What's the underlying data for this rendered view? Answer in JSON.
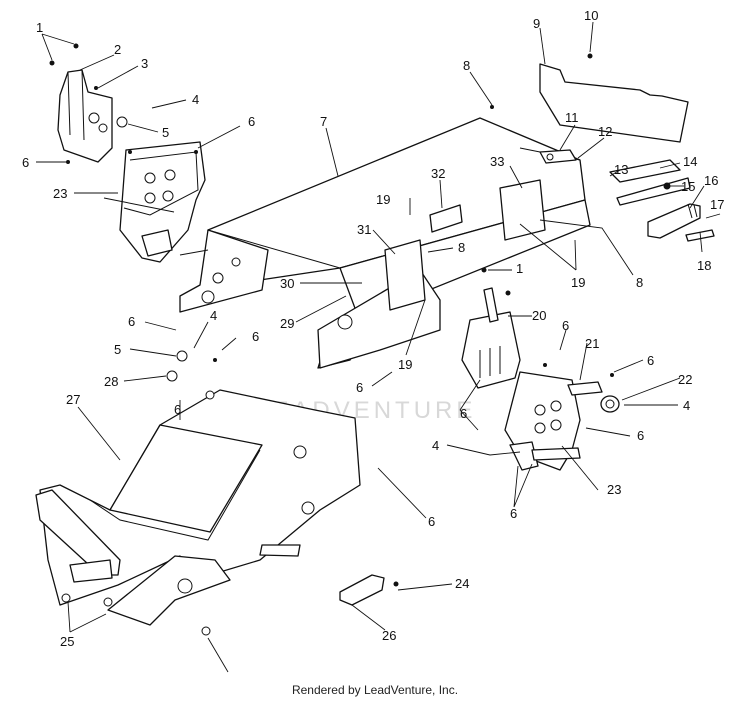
{
  "watermark": "LEADVENTURE",
  "footer": "Rendered by LeadVenture, Inc.",
  "callouts": [
    {
      "id": "c1a",
      "text": "1"
    },
    {
      "id": "c2",
      "text": "2"
    },
    {
      "id": "c3",
      "text": "3"
    },
    {
      "id": "c4a",
      "text": "4"
    },
    {
      "id": "c5a",
      "text": "5"
    },
    {
      "id": "c6a",
      "text": "6"
    },
    {
      "id": "c6b",
      "text": "6"
    },
    {
      "id": "c23a",
      "text": "23"
    },
    {
      "id": "c7",
      "text": "7"
    },
    {
      "id": "c8a",
      "text": "8"
    },
    {
      "id": "c9",
      "text": "9"
    },
    {
      "id": "c10",
      "text": "10"
    },
    {
      "id": "c11",
      "text": "11"
    },
    {
      "id": "c12",
      "text": "12"
    },
    {
      "id": "c13",
      "text": "13"
    },
    {
      "id": "c14",
      "text": "14"
    },
    {
      "id": "c15",
      "text": "15"
    },
    {
      "id": "c16",
      "text": "16"
    },
    {
      "id": "c17",
      "text": "17"
    },
    {
      "id": "c18",
      "text": "18"
    },
    {
      "id": "c33",
      "text": "33"
    },
    {
      "id": "c32",
      "text": "32"
    },
    {
      "id": "c19a",
      "text": "19"
    },
    {
      "id": "c31",
      "text": "31"
    },
    {
      "id": "c8b",
      "text": "8"
    },
    {
      "id": "c8c",
      "text": "8"
    },
    {
      "id": "c19b",
      "text": "19"
    },
    {
      "id": "c1b",
      "text": "1"
    },
    {
      "id": "c30",
      "text": "30"
    },
    {
      "id": "c29",
      "text": "29"
    },
    {
      "id": "c19c",
      "text": "19"
    },
    {
      "id": "c20",
      "text": "20"
    },
    {
      "id": "c6c",
      "text": "6"
    },
    {
      "id": "c4b",
      "text": "4"
    },
    {
      "id": "c6d",
      "text": "6"
    },
    {
      "id": "c5b",
      "text": "5"
    },
    {
      "id": "c28",
      "text": "28"
    },
    {
      "id": "c6e",
      "text": "6"
    },
    {
      "id": "c6f",
      "text": "6"
    },
    {
      "id": "c21",
      "text": "21"
    },
    {
      "id": "c6g",
      "text": "6"
    },
    {
      "id": "c22",
      "text": "22"
    },
    {
      "id": "c4c",
      "text": "4"
    },
    {
      "id": "c6h",
      "text": "6"
    },
    {
      "id": "c6i",
      "text": "6"
    },
    {
      "id": "c4d",
      "text": "4"
    },
    {
      "id": "c23b",
      "text": "23"
    },
    {
      "id": "c6j",
      "text": "6"
    },
    {
      "id": "c27",
      "text": "27"
    },
    {
      "id": "c6k",
      "text": "6"
    },
    {
      "id": "c6l",
      "text": "6"
    },
    {
      "id": "c24",
      "text": "24"
    },
    {
      "id": "c26",
      "text": "26"
    },
    {
      "id": "c25",
      "text": "25"
    }
  ]
}
